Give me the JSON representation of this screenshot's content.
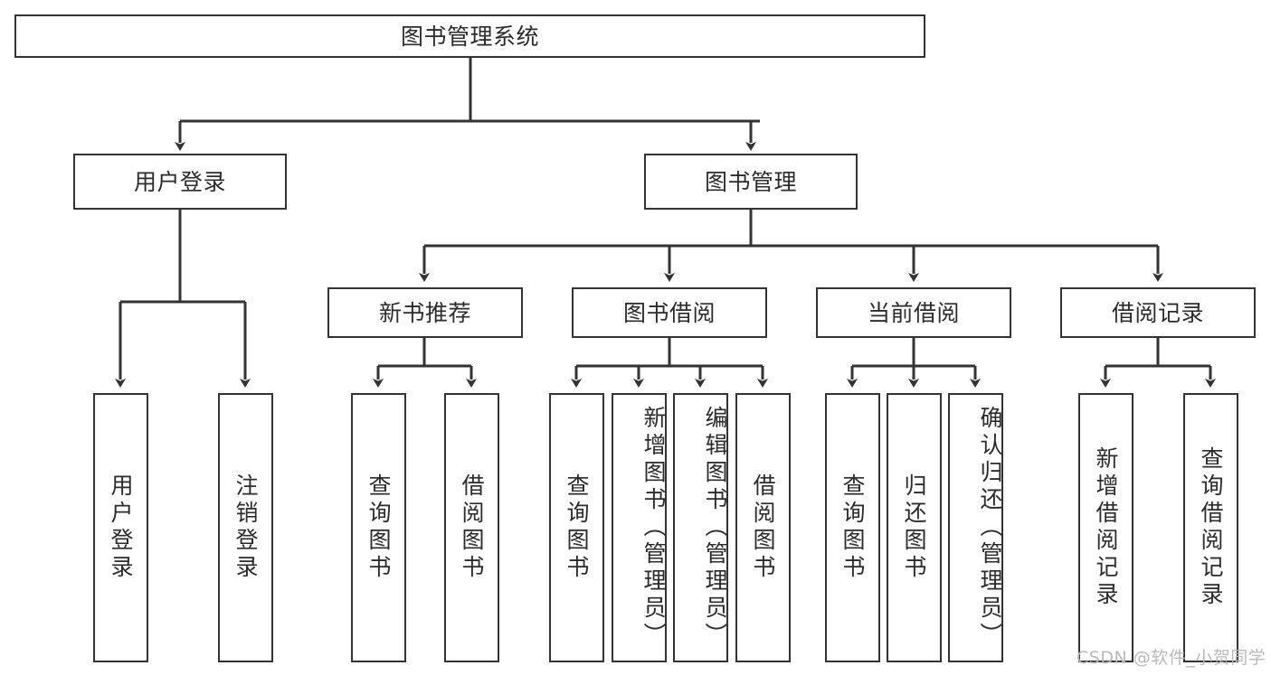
{
  "diagram": {
    "title_node": {
      "label": "图书管理系统"
    },
    "level2": [
      {
        "label": "用户登录"
      },
      {
        "label": "图书管理"
      }
    ],
    "level3": [
      {
        "label": "新书推荐"
      },
      {
        "label": "图书借阅"
      },
      {
        "label": "当前借阅"
      },
      {
        "label": "借阅记录"
      }
    ],
    "leaves": {
      "user_login": [
        {
          "label": "用户登录"
        },
        {
          "label": "注销登录"
        }
      ],
      "new_book_recommend": [
        {
          "label": "查询图书"
        },
        {
          "label": "借阅图书"
        }
      ],
      "book_borrow": [
        {
          "label": "查询图书"
        },
        {
          "label": "新增图书（管理员）"
        },
        {
          "label": "编辑图书（管理员）"
        },
        {
          "label": "借阅图书"
        }
      ],
      "current_borrow": [
        {
          "label": "查询图书"
        },
        {
          "label": "归还图书"
        },
        {
          "label": "确认归还（管理员）"
        }
      ],
      "borrow_record": [
        {
          "label": "新增借阅记录"
        },
        {
          "label": "查询借阅记录"
        }
      ]
    }
  },
  "watermark": {
    "text": "CSDN @软件_小贺同学"
  },
  "colors": {
    "stroke": "#333333",
    "text": "#2b2b2b",
    "background": "#ffffff",
    "watermark": "#b9b9b9"
  }
}
